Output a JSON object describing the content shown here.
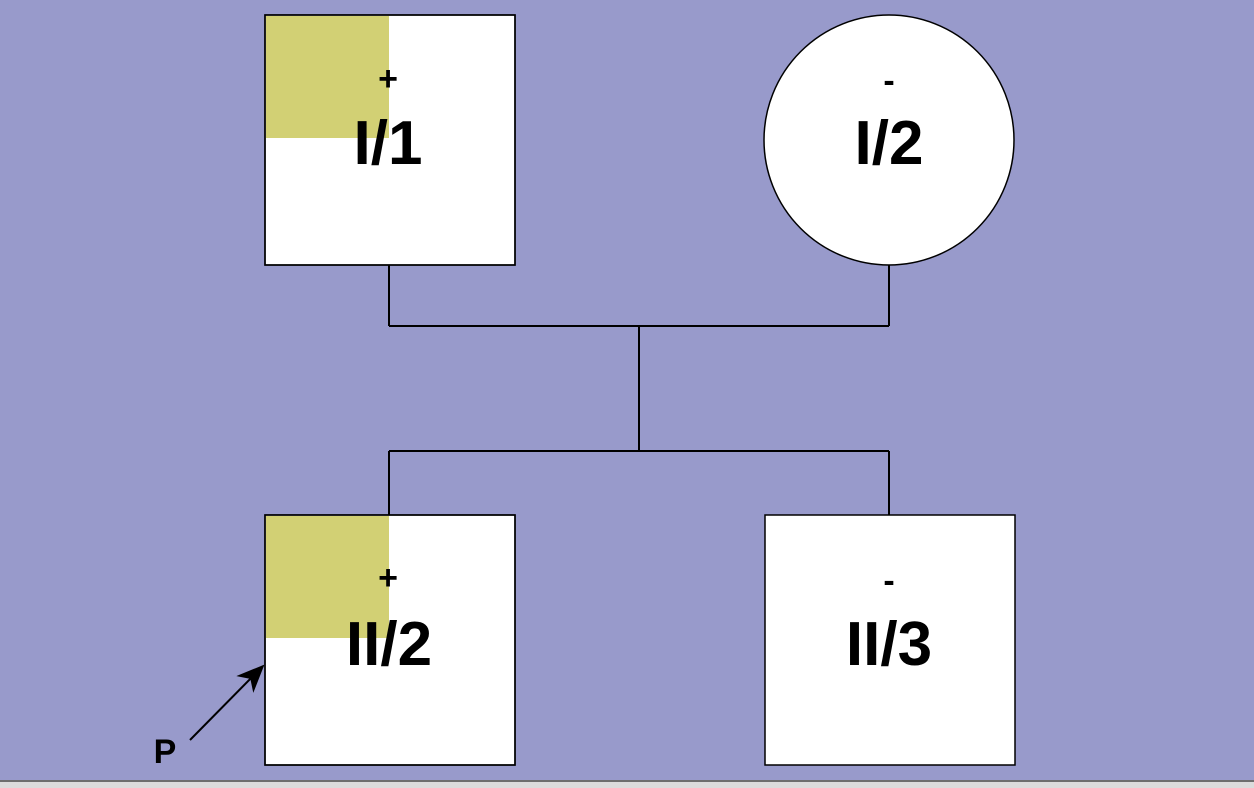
{
  "colors": {
    "background": "#989acb",
    "affected_quadrant": "#d2d074",
    "symbol_fill": "#ffffff",
    "stroke": "#000000"
  },
  "individuals": {
    "i1": {
      "id_label": "I/1",
      "status": "+",
      "shape": "square",
      "affected_quadrant": "top-left"
    },
    "i2": {
      "id_label": "I/2",
      "status": "-",
      "shape": "circle"
    },
    "ii2": {
      "id_label": "II/2",
      "status": "+",
      "shape": "square",
      "affected_quadrant": "top-left",
      "proband": true
    },
    "ii3": {
      "id_label": "II/3",
      "status": "-",
      "shape": "square"
    }
  },
  "proband": {
    "label": "P"
  }
}
